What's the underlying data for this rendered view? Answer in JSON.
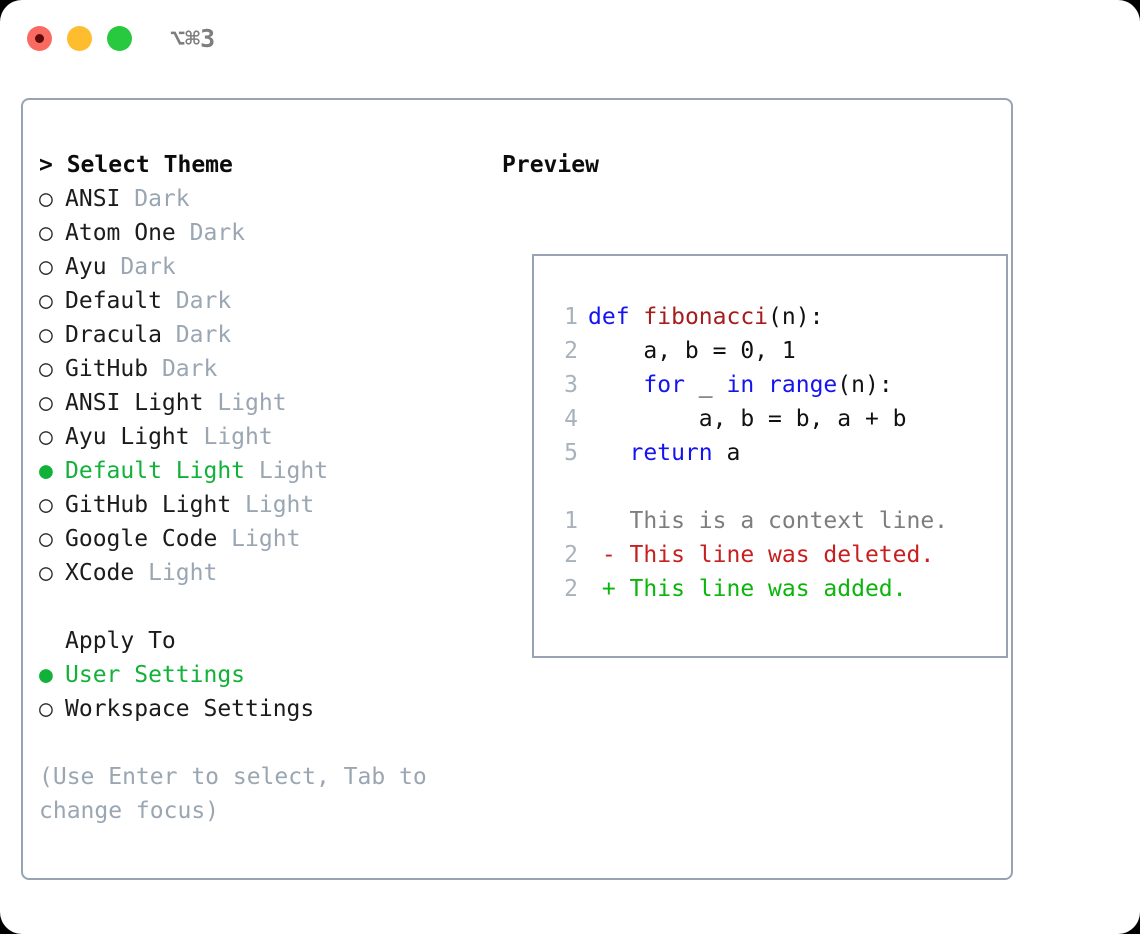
{
  "titlebar": {
    "shortcut": "⌥⌘3",
    "buttons": [
      {
        "name": "close",
        "color": "#fb6a61"
      },
      {
        "name": "minimize",
        "color": "#fdbd2e"
      },
      {
        "name": "maximize",
        "color": "#28c83f"
      }
    ]
  },
  "theme_panel": {
    "heading": "> Select Theme",
    "marker_unselected": "○",
    "marker_selected": "●",
    "items": [
      {
        "name": "ANSI",
        "category": "Dark",
        "selected": false
      },
      {
        "name": "Atom One",
        "category": "Dark",
        "selected": false
      },
      {
        "name": "Ayu",
        "category": "Dark",
        "selected": false
      },
      {
        "name": "Default",
        "category": "Dark",
        "selected": false
      },
      {
        "name": "Dracula",
        "category": "Dark",
        "selected": false
      },
      {
        "name": "GitHub",
        "category": "Dark",
        "selected": false
      },
      {
        "name": "ANSI Light",
        "category": "Light",
        "selected": false
      },
      {
        "name": "Ayu Light",
        "category": "Light",
        "selected": false
      },
      {
        "name": "Default Light",
        "category": "Light",
        "selected": true
      },
      {
        "name": "GitHub Light",
        "category": "Light",
        "selected": false
      },
      {
        "name": "Google Code",
        "category": "Light",
        "selected": false
      },
      {
        "name": "XCode",
        "category": "Light",
        "selected": false
      }
    ]
  },
  "apply_to": {
    "heading": "Apply To",
    "options": [
      {
        "name": "User Settings",
        "selected": true
      },
      {
        "name": "Workspace Settings",
        "selected": false
      }
    ]
  },
  "hint": "(Use Enter to select, Tab to change focus)",
  "preview": {
    "title": "Preview",
    "code_lines": [
      {
        "num": "1",
        "tokens": [
          {
            "t": "def",
            "c": "kw"
          },
          {
            "t": " ",
            "c": "pl"
          },
          {
            "t": "fibonacci",
            "c": "fn"
          },
          {
            "t": "(n):",
            "c": "pl"
          }
        ]
      },
      {
        "num": "2",
        "tokens": [
          {
            "t": "    a, b = 0, 1",
            "c": "pl"
          }
        ]
      },
      {
        "num": "3",
        "tokens": [
          {
            "t": "    ",
            "c": "pl"
          },
          {
            "t": "for",
            "c": "kw"
          },
          {
            "t": " _ ",
            "c": "pl"
          },
          {
            "t": "in",
            "c": "kw"
          },
          {
            "t": " ",
            "c": "pl"
          },
          {
            "t": "range",
            "c": "kw"
          },
          {
            "t": "(n):",
            "c": "pl"
          }
        ]
      },
      {
        "num": "4",
        "tokens": [
          {
            "t": "        a, b = b, a + b",
            "c": "pl"
          }
        ]
      },
      {
        "num": "5",
        "tokens": [
          {
            "t": "   ",
            "c": "pl"
          },
          {
            "t": "return",
            "c": "kw"
          },
          {
            "t": " a",
            "c": "pl"
          }
        ]
      }
    ],
    "diff_lines": [
      {
        "num": "1",
        "text": "   This is a context line.",
        "kind": "ctx"
      },
      {
        "num": "2",
        "text": " - This line was deleted.",
        "kind": "del"
      },
      {
        "num": "2",
        "text": " + This line was added.",
        "kind": "add"
      }
    ]
  },
  "colors": {
    "accent_green": "#12b13a",
    "muted_gray": "#9aa6b2",
    "border": "#98a4b3",
    "keyword_blue": "#1414f0",
    "function_red": "#a61d1d",
    "diff_added": "#0bb50b",
    "diff_removed": "#c62020"
  }
}
